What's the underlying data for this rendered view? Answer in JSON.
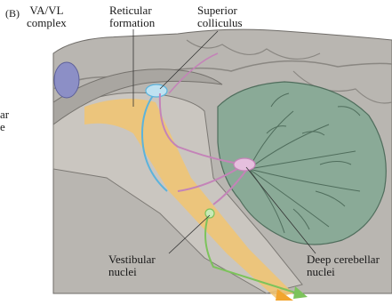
{
  "panel_letter": "(B)",
  "labels": {
    "va_vl_complex": [
      "VA/VL",
      "complex"
    ],
    "reticular_formation": [
      "Reticular",
      "formation"
    ],
    "superior_colliculus": [
      "Superior",
      "colliculus"
    ],
    "vestibular_nuclei": [
      "Vestibular",
      "nuclei"
    ],
    "deep_cerebellar_nuclei": [
      "Deep cerebellar",
      "nuclei"
    ],
    "cropped_left": [
      "ar",
      "e"
    ]
  },
  "colors": {
    "background": "#ffffff",
    "brain_gray": "#b9b6b1",
    "brain_dark_gray": "#9a9792",
    "cerebellum_green": "#8aaa97",
    "cerebellum_dark": "#6e8d7b",
    "tract_orange": "#f2c470",
    "pathway_blue": "#5bb3dc",
    "pathway_pink": "#c483b8",
    "pathway_green": "#7cc35b",
    "thalamus_purple": "#8c8fc6"
  }
}
